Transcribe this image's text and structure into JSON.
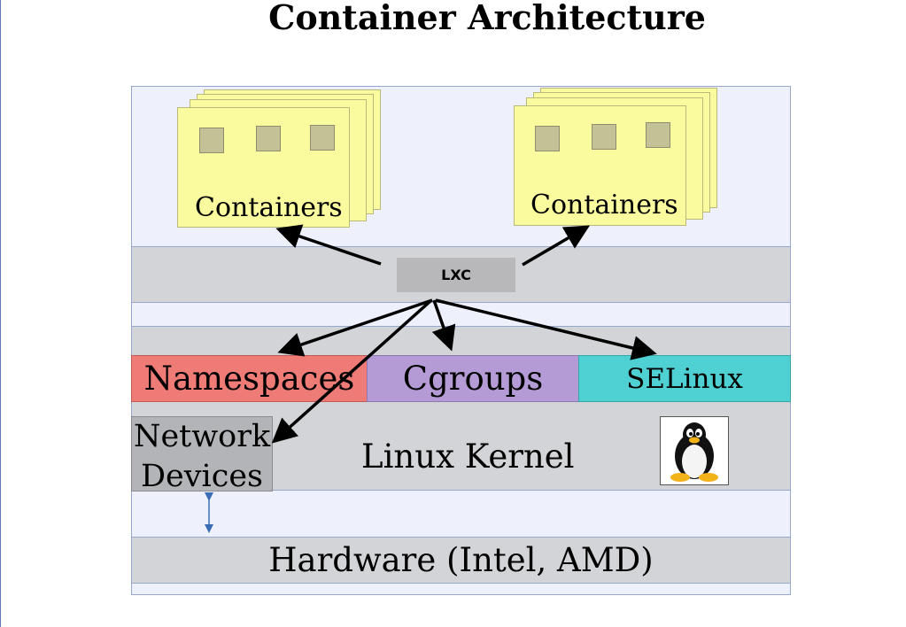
{
  "title": "Container Architecture",
  "containers": {
    "left_label": "Containers",
    "right_label": "Containers"
  },
  "lxc": {
    "label": "LXC"
  },
  "kernel_components": {
    "namespaces": "Namespaces",
    "cgroups": "Cgroups",
    "selinux": "SELinux"
  },
  "network_devices": {
    "line1": "Network",
    "line2": "Devices"
  },
  "kernel": {
    "label": "Linux Kernel"
  },
  "hardware": {
    "label": "Hardware (Intel, AMD)"
  },
  "icons": {
    "kernel_logo": "tux-penguin-icon"
  },
  "colors": {
    "namespaces": "#ef7b76",
    "cgroups": "#b59bd6",
    "selinux": "#4fd0d3",
    "container_card": "#fafa9e",
    "band": "#d3d4d8"
  }
}
